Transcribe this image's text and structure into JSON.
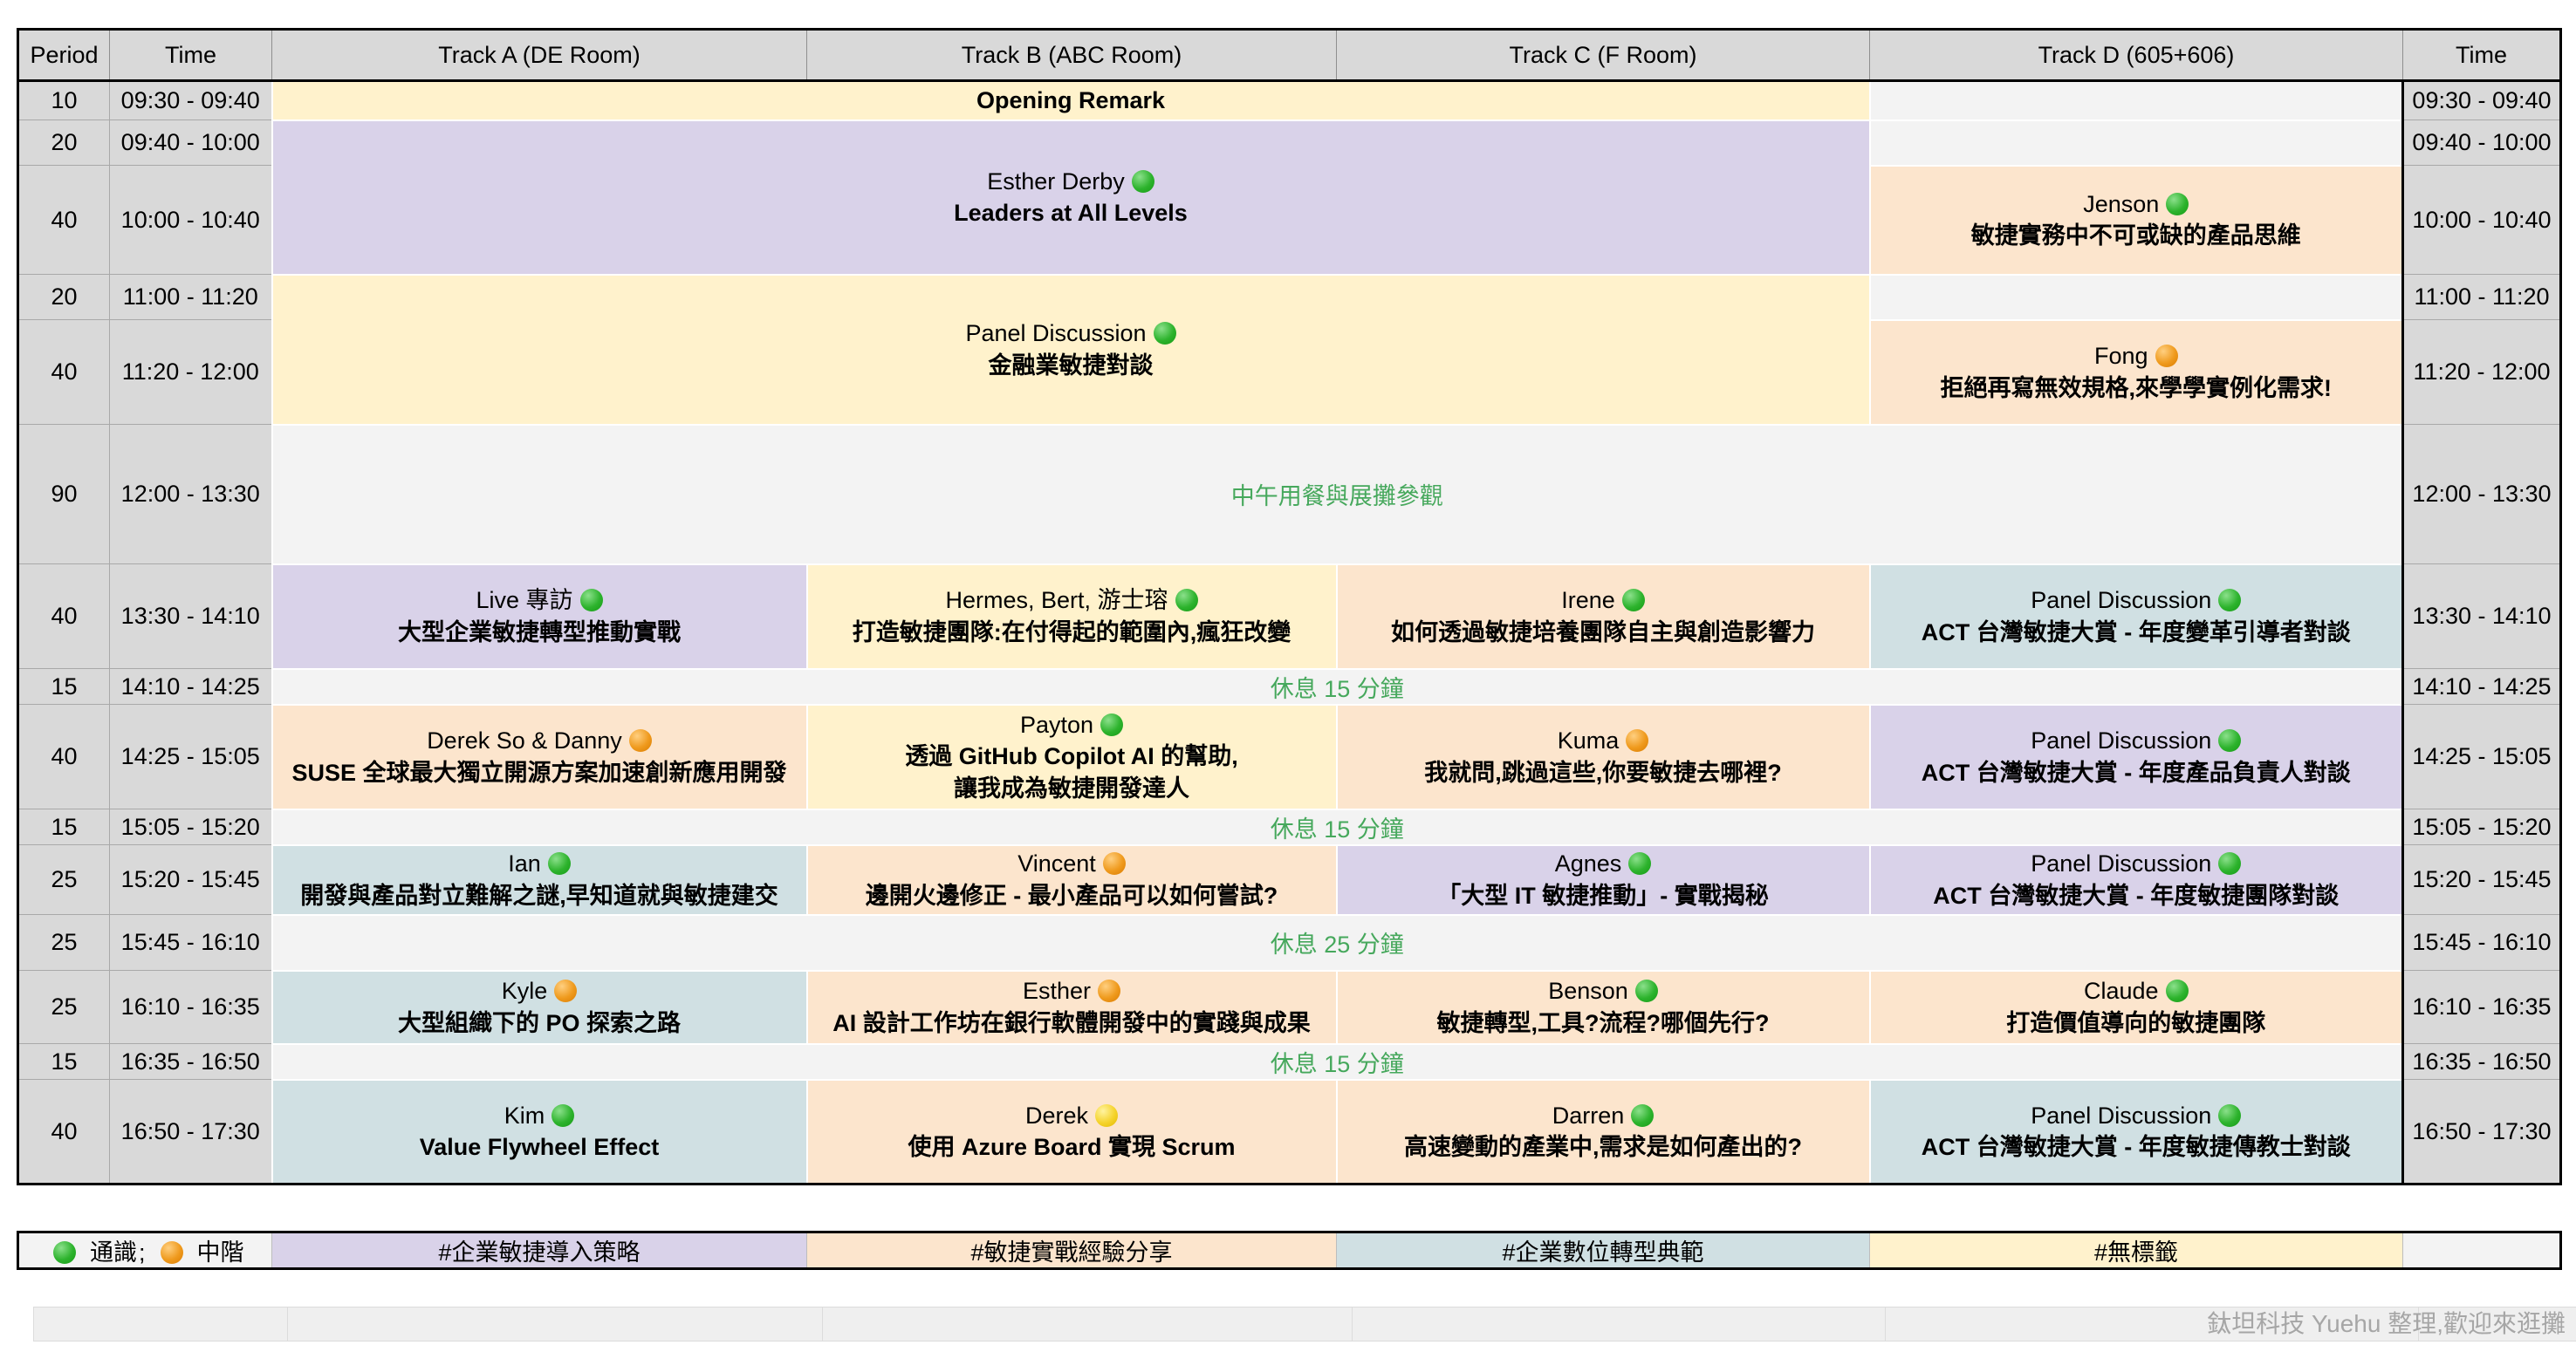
{
  "colors": {
    "gray_header": "#d9d9d9",
    "row_empty": "#f3f3f3",
    "yellow": "#fff2cc",
    "purple": "#d9d2e9",
    "peach": "#fce5cd",
    "blue": "#d0e0e3",
    "green_text": "#46a85c",
    "footer_text": "#a6a6a6",
    "border_black": "#000000",
    "dot_green": "#2db32d",
    "dot_orange": "#ef9a1d",
    "dot_yellow": "#f5d32b"
  },
  "schedule": {
    "columns": [
      "Period",
      "Time",
      "Track A (DE Room)",
      "Track B (ABC Room)",
      "Track C  (F Room)",
      "Track D (605+606)",
      "Time"
    ],
    "rows": [
      {
        "h": 45,
        "period": "10",
        "time": "09:30 - 09:40",
        "cells": [
          {
            "colspan": 3,
            "bg": "yellow",
            "text": "Opening Remark",
            "style": "bold",
            "name": "opening-remark-cell"
          },
          {
            "bg": "empty",
            "name": "empty-cell"
          }
        ]
      },
      {
        "h": 52,
        "period": "20",
        "time": "09:40 - 10:00",
        "cells": [
          {
            "colspan": 3,
            "rowspan": 2,
            "bg": "purple",
            "speaker": "Esther Derby",
            "dot": "green",
            "title_lines": [
              "Leaders at All Levels"
            ],
            "name": "session-keynote-esther-derby"
          },
          {
            "bg": "empty",
            "name": "empty-cell"
          }
        ]
      },
      {
        "h": 125,
        "period": "40",
        "time": "10:00 - 10:40",
        "cells": [
          {
            "bg": "peach",
            "speaker": "Jenson",
            "dot": "green",
            "title_lines": [
              "敏捷實務中不可或缺的產品思維"
            ],
            "name": "session-jenson"
          }
        ]
      },
      {
        "h": 52,
        "period": "20",
        "time": "11:00 - 11:20",
        "cells": [
          {
            "colspan": 3,
            "rowspan": 2,
            "bg": "yellow",
            "speaker": "Panel Discussion",
            "dot": "green",
            "title_lines": [
              "金融業敏捷對談"
            ],
            "name": "session-panel-finance"
          },
          {
            "bg": "empty",
            "name": "empty-cell"
          }
        ]
      },
      {
        "h": 120,
        "period": "40",
        "time": "11:20 - 12:00",
        "cells": [
          {
            "bg": "peach",
            "speaker": "Fong",
            "dot": "orange",
            "title_lines": [
              "拒絕再寫無效規格,來學學實例化需求!"
            ],
            "name": "session-fong"
          }
        ]
      },
      {
        "h": 160,
        "period": "90",
        "time": "12:00 - 13:30",
        "cells": [
          {
            "colspan": 4,
            "bg": "empty",
            "text": "中午用餐與展攤參觀",
            "style": "green",
            "name": "lunch-cell"
          }
        ]
      },
      {
        "h": 120,
        "period": "40",
        "time": "13:30 - 14:10",
        "cells": [
          {
            "bg": "purple",
            "speaker": "Live 專訪",
            "dot": "green",
            "title_lines": [
              "大型企業敏捷轉型推動實戰"
            ],
            "name": "session-live-interview"
          },
          {
            "bg": "yellow",
            "speaker": "Hermes, Bert, 游士瑢",
            "dot": "green",
            "title_lines": [
              "打造敏捷團隊:在付得起的範圍內,瘋狂改變"
            ],
            "name": "session-hermes-bert"
          },
          {
            "bg": "peach",
            "speaker": "Irene",
            "dot": "green",
            "title_lines": [
              "如何透過敏捷培養團隊自主與創造影響力"
            ],
            "name": "session-irene"
          },
          {
            "bg": "blue",
            "speaker": "Panel Discussion",
            "dot": "green",
            "title_lines": [
              "ACT 台灣敏捷大賞 - 年度變革引導者對談"
            ],
            "name": "session-panel-change-leader"
          }
        ]
      },
      {
        "h": 40,
        "period": "15",
        "time": "14:10 - 14:25",
        "cells": [
          {
            "colspan": 4,
            "bg": "empty",
            "text": "休息 15 分鐘",
            "style": "green",
            "name": "break-cell"
          }
        ]
      },
      {
        "h": 120,
        "period": "40",
        "time": "14:25 - 15:05",
        "cells": [
          {
            "bg": "peach",
            "speaker": "Derek So & Danny",
            "dot": "orange",
            "title_lines": [
              "SUSE 全球最大獨立開源方案加速創新應用開發"
            ],
            "name": "session-derek-so-danny"
          },
          {
            "bg": "yellow",
            "speaker": "Payton",
            "dot": "green",
            "title_lines": [
              "透過 GitHub Copilot AI 的幫助,",
              "讓我成為敏捷開發達人"
            ],
            "name": "session-payton"
          },
          {
            "bg": "peach",
            "speaker": "Kuma",
            "dot": "orange",
            "title_lines": [
              "我就問,跳過這些,你要敏捷去哪裡?"
            ],
            "name": "session-kuma"
          },
          {
            "bg": "purple",
            "speaker": "Panel Discussion",
            "dot": "green",
            "title_lines": [
              "ACT 台灣敏捷大賞 - 年度產品負責人對談"
            ],
            "name": "session-panel-product-owner"
          }
        ]
      },
      {
        "h": 40,
        "period": "15",
        "time": "15:05 - 15:20",
        "cells": [
          {
            "colspan": 4,
            "bg": "empty",
            "text": "休息 15 分鐘",
            "style": "green",
            "name": "break-cell"
          }
        ]
      },
      {
        "h": 80,
        "period": "25",
        "time": "15:20 - 15:45",
        "cells": [
          {
            "bg": "blue",
            "speaker": "Ian",
            "dot": "green",
            "title_lines": [
              "開發與產品對立難解之謎,早知道就與敏捷建交"
            ],
            "name": "session-ian"
          },
          {
            "bg": "peach",
            "speaker": "Vincent",
            "dot": "orange",
            "title_lines": [
              "邊開火邊修正 - 最小產品可以如何嘗試?"
            ],
            "name": "session-vincent"
          },
          {
            "bg": "purple",
            "speaker": "Agnes",
            "dot": "green",
            "title_lines": [
              "「大型 IT 敏捷推動」- 實戰揭秘"
            ],
            "name": "session-agnes"
          },
          {
            "bg": "purple",
            "speaker": "Panel Discussion",
            "dot": "green",
            "title_lines": [
              "ACT 台灣敏捷大賞 - 年度敏捷團隊對談"
            ],
            "name": "session-panel-agile-team"
          }
        ]
      },
      {
        "h": 64,
        "period": "25",
        "time": "15:45 - 16:10",
        "cells": [
          {
            "colspan": 4,
            "bg": "empty",
            "text": "休息 25 分鐘",
            "style": "green",
            "name": "break-cell"
          }
        ]
      },
      {
        "h": 84,
        "period": "25",
        "time": "16:10 - 16:35",
        "cells": [
          {
            "bg": "blue",
            "speaker": "Kyle",
            "dot": "orange",
            "title_lines": [
              "大型組織下的 PO 探索之路"
            ],
            "name": "session-kyle"
          },
          {
            "bg": "peach",
            "speaker": "Esther",
            "dot": "orange",
            "title_lines": [
              "AI 設計工作坊在銀行軟體開發中的實踐與成果"
            ],
            "name": "session-esther"
          },
          {
            "bg": "peach",
            "speaker": "Benson",
            "dot": "green",
            "title_lines": [
              "敏捷轉型,工具?流程?哪個先行?"
            ],
            "name": "session-benson"
          },
          {
            "bg": "peach",
            "speaker": "Claude",
            "dot": "green",
            "title_lines": [
              "打造價值導向的敏捷團隊"
            ],
            "name": "session-claude"
          }
        ]
      },
      {
        "h": 40,
        "period": "15",
        "time": "16:35 - 16:50",
        "cells": [
          {
            "colspan": 4,
            "bg": "empty",
            "text": "休息 15 分鐘",
            "style": "green",
            "name": "break-cell"
          }
        ]
      },
      {
        "h": 120,
        "period": "40",
        "time": "16:50 - 17:30",
        "cells": [
          {
            "bg": "blue",
            "speaker": "Kim",
            "dot": "green",
            "title_lines": [
              "Value Flywheel Effect"
            ],
            "name": "session-kim"
          },
          {
            "bg": "peach",
            "speaker": "Derek",
            "dot": "yellow",
            "title_lines": [
              "使用 Azure Board 實現 Scrum"
            ],
            "name": "session-derek"
          },
          {
            "bg": "peach",
            "speaker": "Darren",
            "dot": "green",
            "title_lines": [
              "高速變動的產業中,需求是如何產出的?"
            ],
            "name": "session-darren"
          },
          {
            "bg": "blue",
            "speaker": "Panel Discussion",
            "dot": "green",
            "title_lines": [
              "ACT 台灣敏捷大賞 - 年度敏捷傳教士對談"
            ],
            "name": "session-panel-evangelist"
          }
        ]
      }
    ]
  },
  "legend": {
    "generic_label": "通識",
    "separator": ";",
    "intermediate_label": "中階",
    "tags": [
      {
        "label": "#企業敏捷導入策略",
        "bg": "purple"
      },
      {
        "label": "#敏捷實戰經驗分享",
        "bg": "peach"
      },
      {
        "label": "#企業數位轉型典範",
        "bg": "blue"
      },
      {
        "label": "#無標籤",
        "bg": "yellow"
      }
    ]
  },
  "footer": {
    "credit": "鈦坦科技 Yuehu 整理,歡迎來逛攤"
  }
}
